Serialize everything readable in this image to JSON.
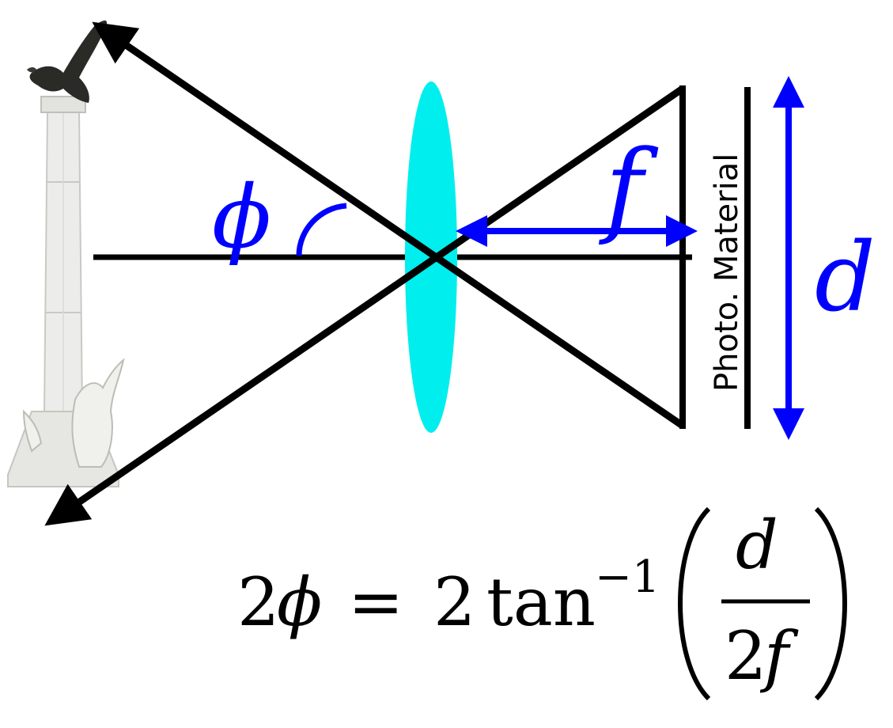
{
  "labels": {
    "phi": "ϕ",
    "f": "f",
    "d": "d",
    "photo_material": "Photo. Material"
  },
  "equation": {
    "lhs_coef": "2",
    "lhs_var": "ϕ",
    "equals": "=",
    "rhs_coef": "2",
    "func": "tan",
    "exponent": "−1",
    "numerator": "d",
    "denominator_coef": "2",
    "denominator_var": "f"
  },
  "colors": {
    "ray": "#000000",
    "lens": "#00eeee",
    "annotation": "#0000ff",
    "text": "#000000",
    "monument": "#e8e8e4",
    "eagle": "#2a2a26"
  },
  "icons": {
    "subject": "monument-statue-icon"
  }
}
